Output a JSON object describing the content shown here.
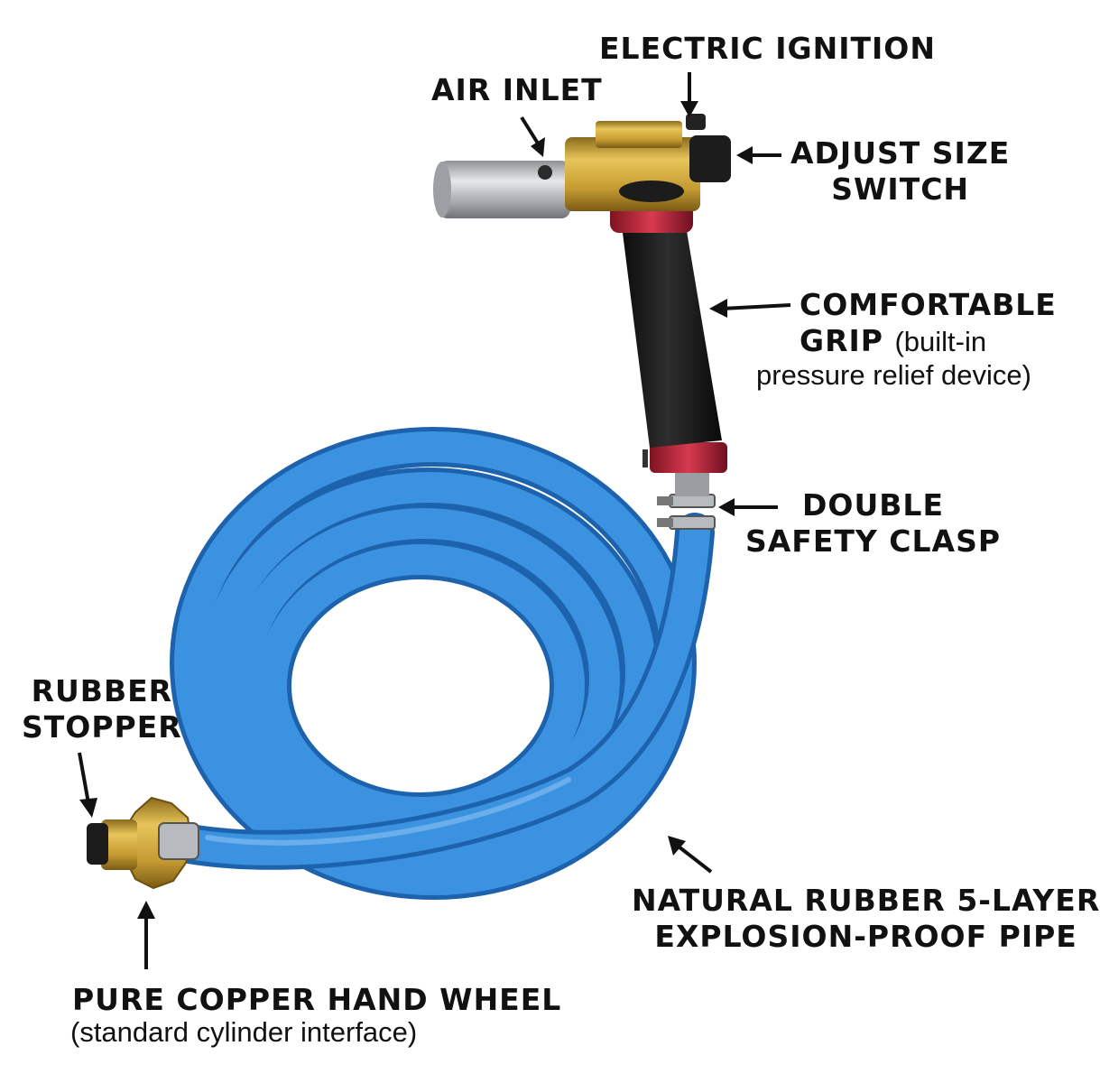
{
  "labels": {
    "electric_ignition": "ELECTRIC IGNITION",
    "air_inlet": "AIR INLET",
    "adjust_size_switch": [
      "ADJUST SIZE",
      "SWITCH"
    ],
    "comfortable_grip": {
      "title_line": "COMFORTABLE",
      "grip": "GRIP",
      "grip_note": "(built-in",
      "note_line2": "pressure relief device)"
    },
    "double_safety_clasp": [
      "DOUBLE",
      "SAFETY CLASP"
    ],
    "rubber_stopper": [
      "RUBBER",
      "STOPPER"
    ],
    "hose": [
      "NATURAL RUBBER 5-LAYER",
      "EXPLOSION-PROOF PIPE"
    ],
    "hand_wheel": {
      "title": "PURE COPPER HAND WHEEL",
      "note": "(standard cylinder interface)"
    }
  },
  "colors": {
    "hose": "#2f86d6",
    "hose_dark": "#1d62ad",
    "brass": "#c9a23a",
    "steel": "#b9bcc0",
    "grip": "#1a1a1a",
    "ring_red": "#c2263a"
  }
}
